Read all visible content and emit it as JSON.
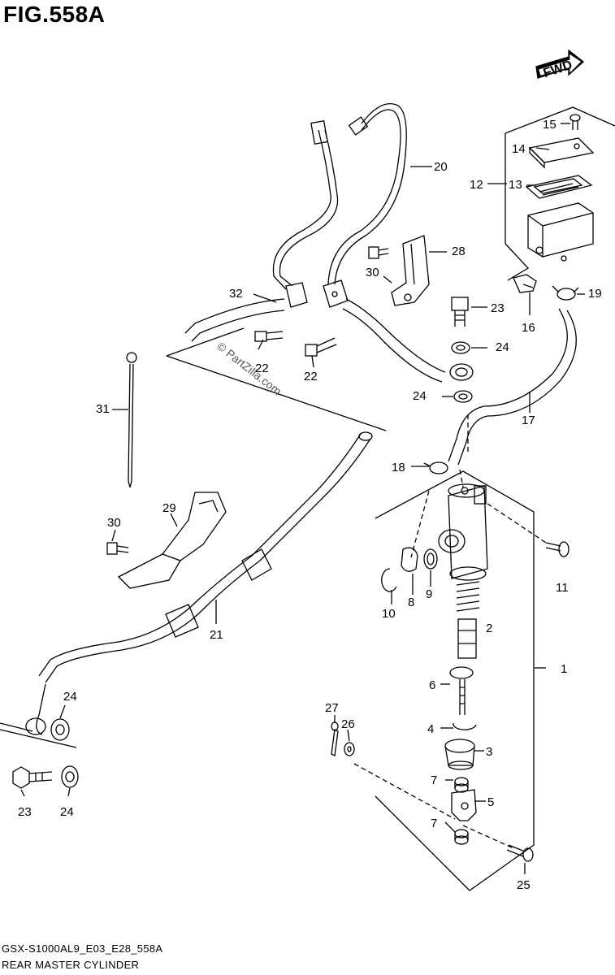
{
  "figure_title": "FIG.558A",
  "direction_badge": "FWD",
  "watermark": "© PartZilla.com",
  "footer": {
    "code": "GSX-S1000AL9_E03_E28_558A",
    "title": "REAR MASTER CYLINDER"
  },
  "callouts": {
    "c1": "1",
    "c2": "2",
    "c3": "3",
    "c4": "4",
    "c5": "5",
    "c6": "6",
    "c7a": "7",
    "c7b": "7",
    "c8": "8",
    "c9": "9",
    "c10": "10",
    "c11": "11",
    "c12": "12",
    "c13": "13",
    "c14": "14",
    "c15": "15",
    "c16": "16",
    "c17": "17",
    "c18": "18",
    "c19": "19",
    "c20": "20",
    "c21": "21",
    "c22a": "22",
    "c22b": "22",
    "c23a": "23",
    "c23b": "23",
    "c24a": "24",
    "c24b": "24",
    "c24c": "24",
    "c24d": "24",
    "c25": "25",
    "c26": "26",
    "c27": "27",
    "c28": "28",
    "c29": "29",
    "c30a": "30",
    "c30b": "30",
    "c31": "31",
    "c32": "32"
  }
}
